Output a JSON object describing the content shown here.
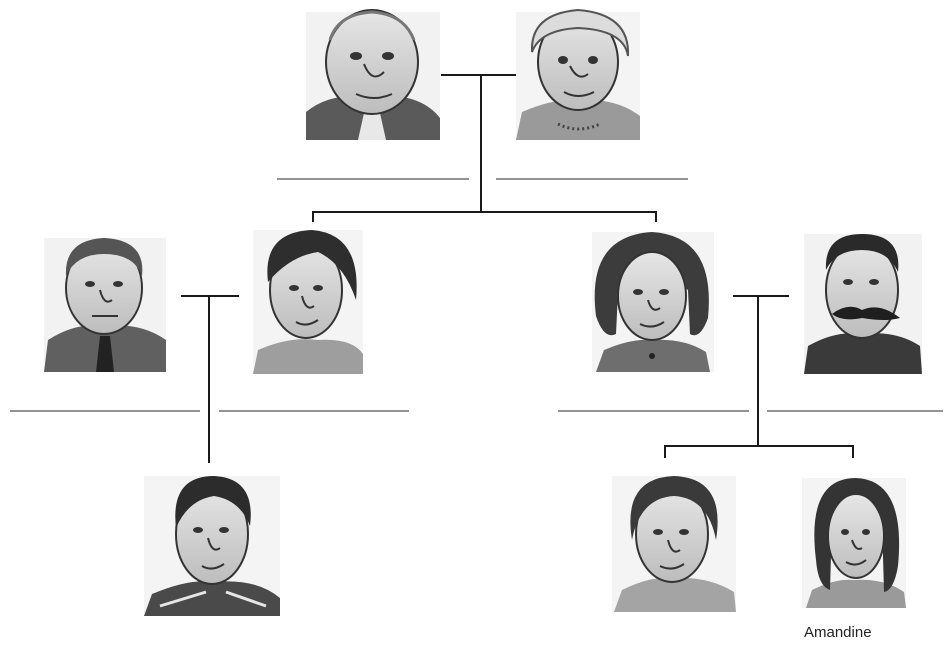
{
  "captions": {
    "amandine": "Amandine"
  },
  "portrait_icons": [
    "elderly-man-portrait",
    "elderly-woman-portrait",
    "middle-aged-man-portrait",
    "short-haired-woman-portrait",
    "bob-haired-woman-portrait",
    "mustached-man-portrait",
    "young-man-portrait",
    "young-woman-portrait",
    "long-haired-girl-portrait"
  ],
  "colors": {
    "line": "#1a1a1a",
    "blank_line": "#555555",
    "portrait_dark": "#4a4a4a",
    "portrait_mid": "#8c8c8c",
    "portrait_light": "#d9d9d9"
  }
}
